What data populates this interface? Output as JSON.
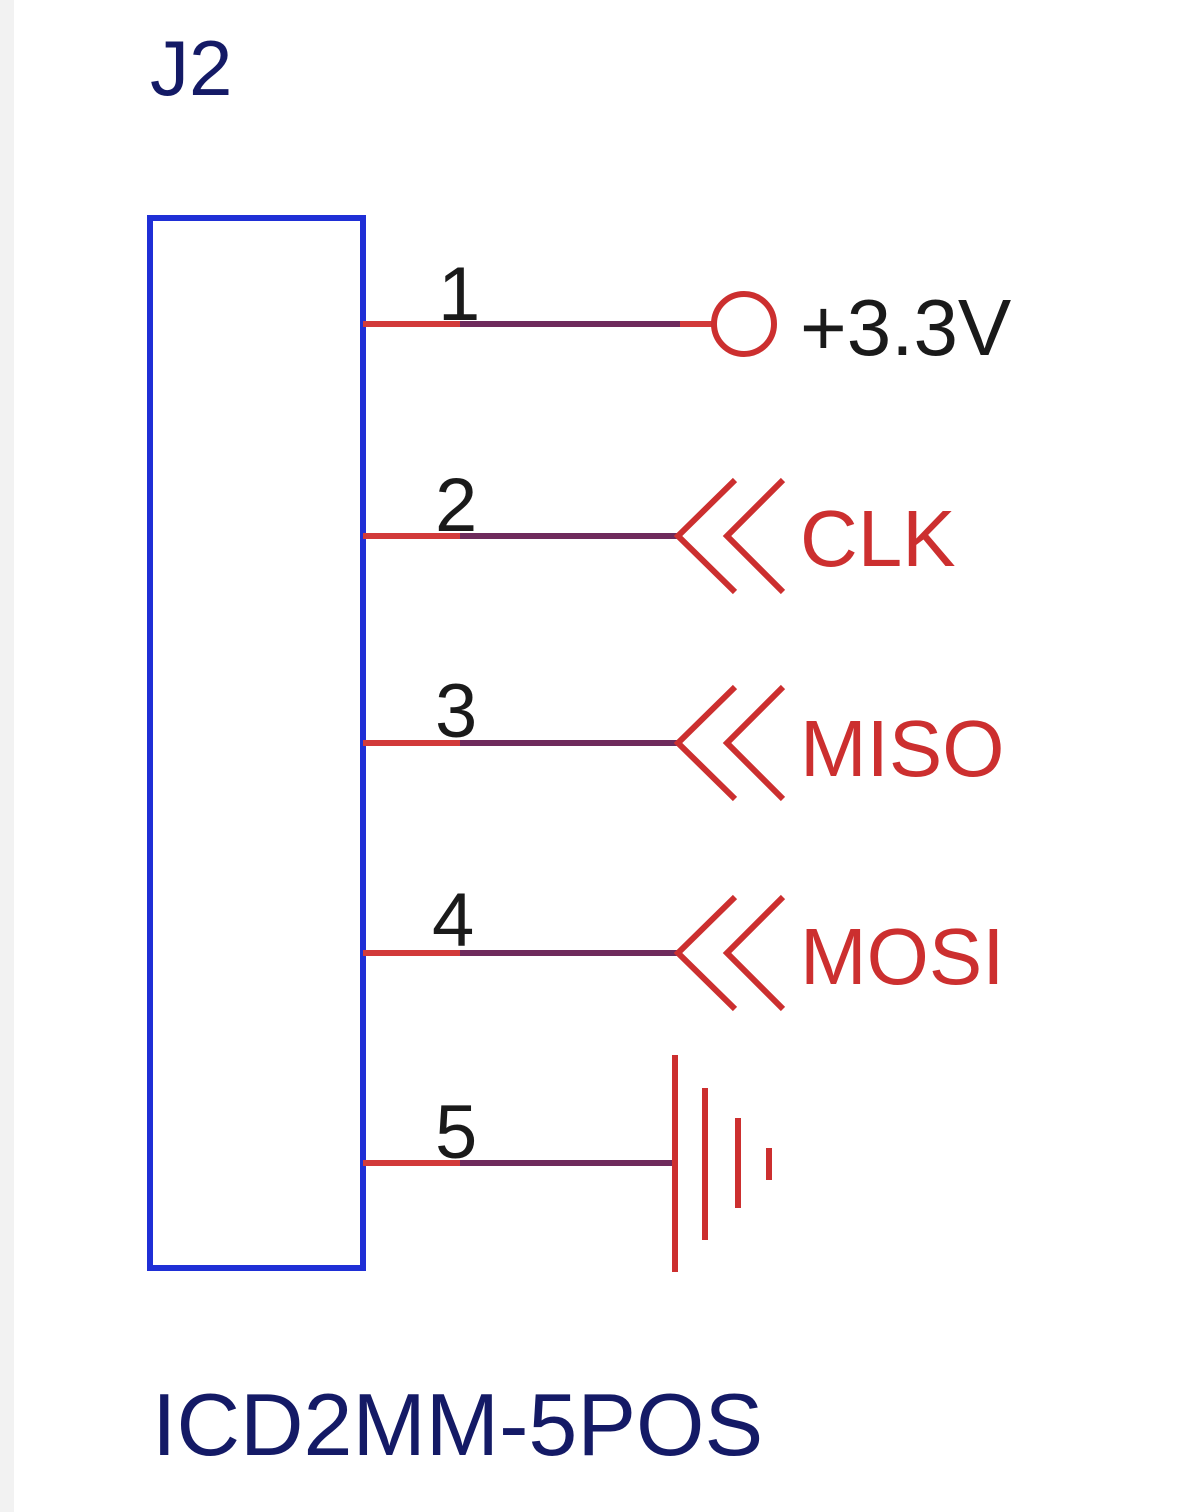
{
  "component": {
    "reference": "J2",
    "part_number": "ICD2MM-5POS"
  },
  "pins": [
    {
      "number": "1",
      "net": "+3.3V",
      "symbol": "power-circle"
    },
    {
      "number": "2",
      "net": "CLK",
      "symbol": "port-double-chevron"
    },
    {
      "number": "3",
      "net": "MISO",
      "symbol": "port-double-chevron"
    },
    {
      "number": "4",
      "net": "MOSI",
      "symbol": "port-double-chevron"
    },
    {
      "number": "5",
      "net": "",
      "symbol": "ground"
    }
  ],
  "colors": {
    "body_outline": "#1f2fd6",
    "pin_stub": "#d23a3a",
    "wire": "#6e2a5c",
    "net_symbol": "#cc2f2f",
    "reference_text": "#141a66",
    "pin_number_text": "#1a1a1a"
  }
}
